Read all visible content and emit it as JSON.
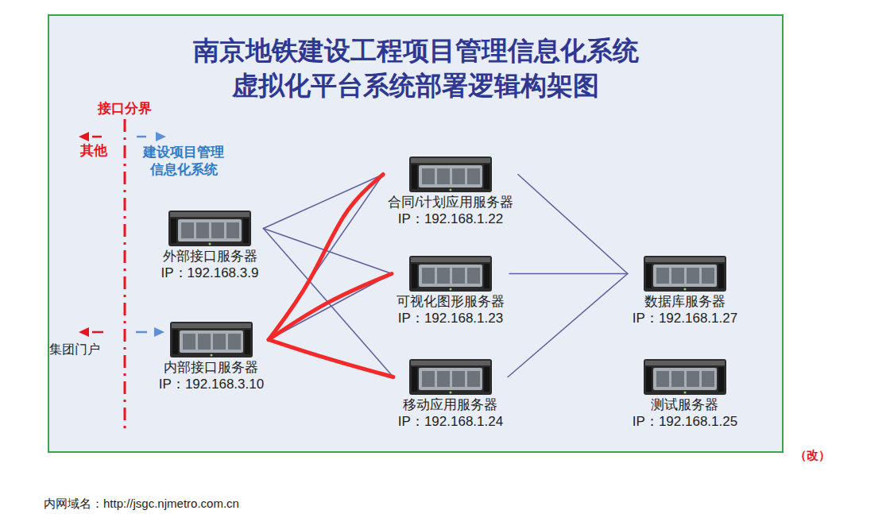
{
  "diagram": {
    "title": "南京地铁建设工程项目管理信息化系统 虚拟化平台系统部署逻辑构架图",
    "nodes": [
      {
        "text": [
          "合同/计划应用服务器",
          "IP：192.168.1.22"
        ]
      },
      {
        "text": [
          "外部接口服务器",
          "IP：192.168.3.9"
        ]
      },
      {
        "text": [
          "可视化图形服务器",
          "IP：192.168.1.23"
        ]
      },
      {
        "text": [
          "数据库服务器",
          "IP：192.168.1.27"
        ]
      },
      {
        "text": [
          "内部接口服务器",
          "IP：192.168.3.10"
        ]
      },
      {
        "text": [
          "移动应用服务器",
          "IP：192.168.1.24"
        ]
      },
      {
        "text": [
          "测试服务器",
          "IP：192.168.1.25"
        ]
      }
    ],
    "edges": [
      {
        "from": 1,
        "to": 0,
        "arrow": "none"
      },
      {
        "from": 1,
        "to": 2,
        "arrow": "none"
      },
      {
        "from": 1,
        "to": 5,
        "arrow": "none"
      },
      {
        "from": 4,
        "to": 0,
        "arrow": "none"
      },
      {
        "from": 4,
        "to": 2,
        "arrow": "none"
      },
      {
        "from": 4,
        "to": 5,
        "arrow": "none"
      },
      {
        "from": 4,
        "to": 0,
        "arrow": "none"
      },
      {
        "from": 4,
        "to": 2,
        "arrow": "none"
      },
      {
        "from": 4,
        "to": 5,
        "arrow": "none"
      },
      {
        "from": 0,
        "to": 3,
        "arrow": "none"
      },
      {
        "from": 2,
        "to": 3,
        "arrow": "none"
      },
      {
        "from": 5,
        "to": 3,
        "arrow": "none"
      }
    ],
    "labels": [
      "接口分界",
      "其他",
      "建设项目管理 信息化系统",
      "集团门户",
      "（改）",
      "内网域名：http://jsgc.njmetro.com.cn"
    ]
  }
}
